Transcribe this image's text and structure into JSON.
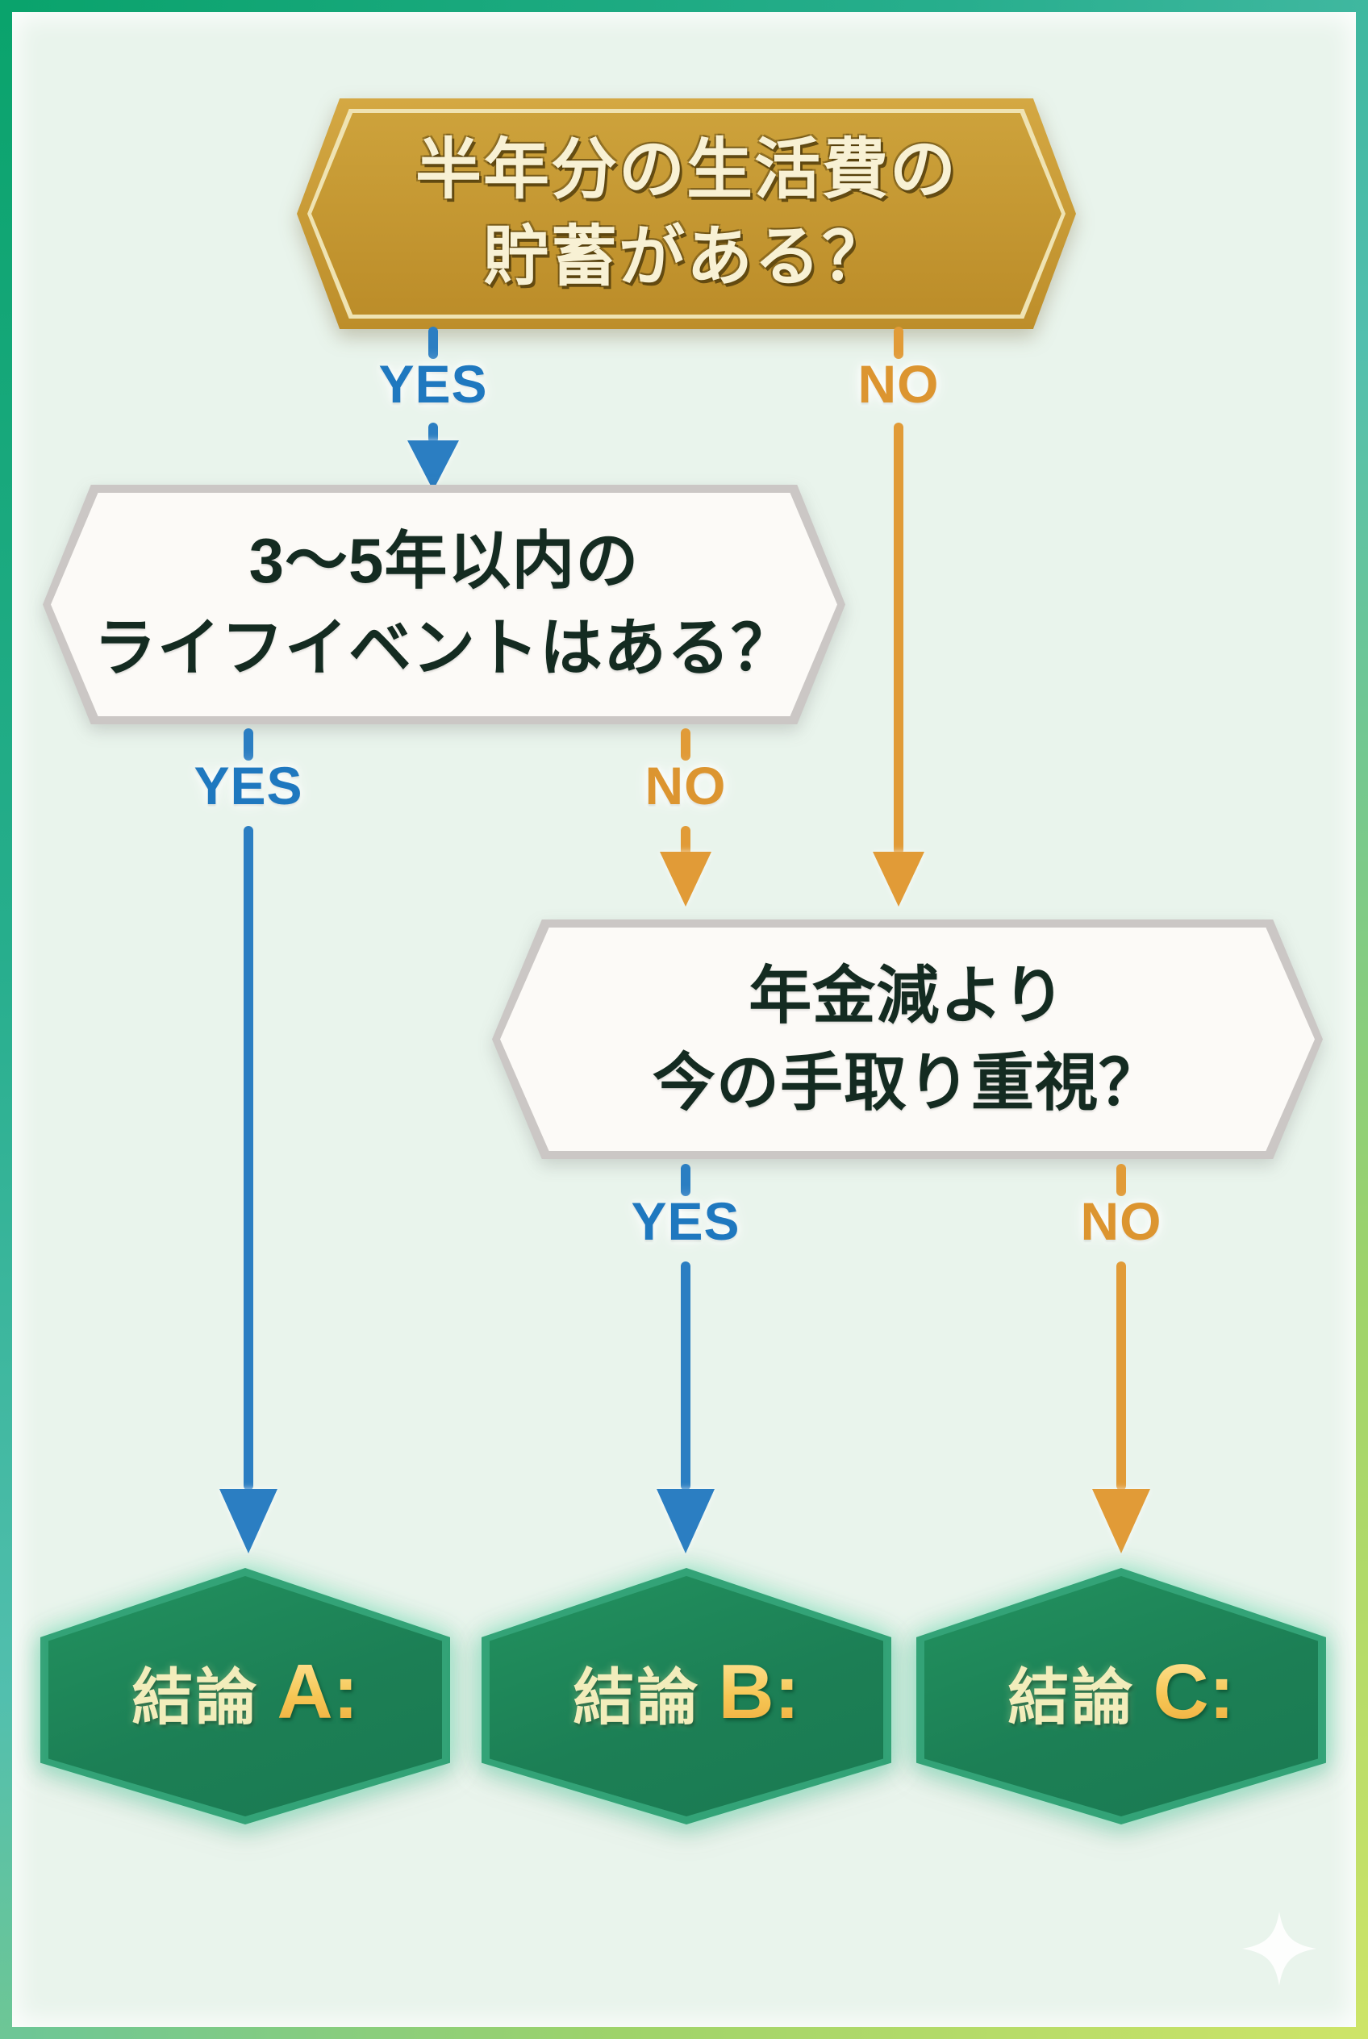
{
  "flowchart": {
    "question1": {
      "line1": "半年分の生活費の",
      "line2": "貯蓄がある？"
    },
    "question2": {
      "line1": "3〜5年以内の",
      "line2": "ライフイベントはある？"
    },
    "question3": {
      "line1": "年金減より",
      "line2": "今の手取り重視？"
    },
    "labels": {
      "yes": "YES",
      "no": "NO"
    },
    "results": {
      "a": {
        "prefix": "結論",
        "letter": "A:"
      },
      "b": {
        "prefix": "結論",
        "letter": "B:"
      },
      "c": {
        "prefix": "結論",
        "letter": "C:"
      }
    },
    "colors": {
      "yes_blue": "#2b7ec2",
      "no_orange": "#e19b37",
      "banner_gold": "#c79a33",
      "banner_text_cream": "#f8f1d4",
      "question_box_white": "#fcfaf7",
      "question_text_dark": "#142b21",
      "result_green": "#1c7f55",
      "result_prefix_cream": "#f2edbb",
      "result_letter_gold": "#f6c654",
      "background_mint": "#e9f4ec",
      "frame_gradient_start": "#0aa36c",
      "frame_gradient_end": "#cde468"
    }
  }
}
